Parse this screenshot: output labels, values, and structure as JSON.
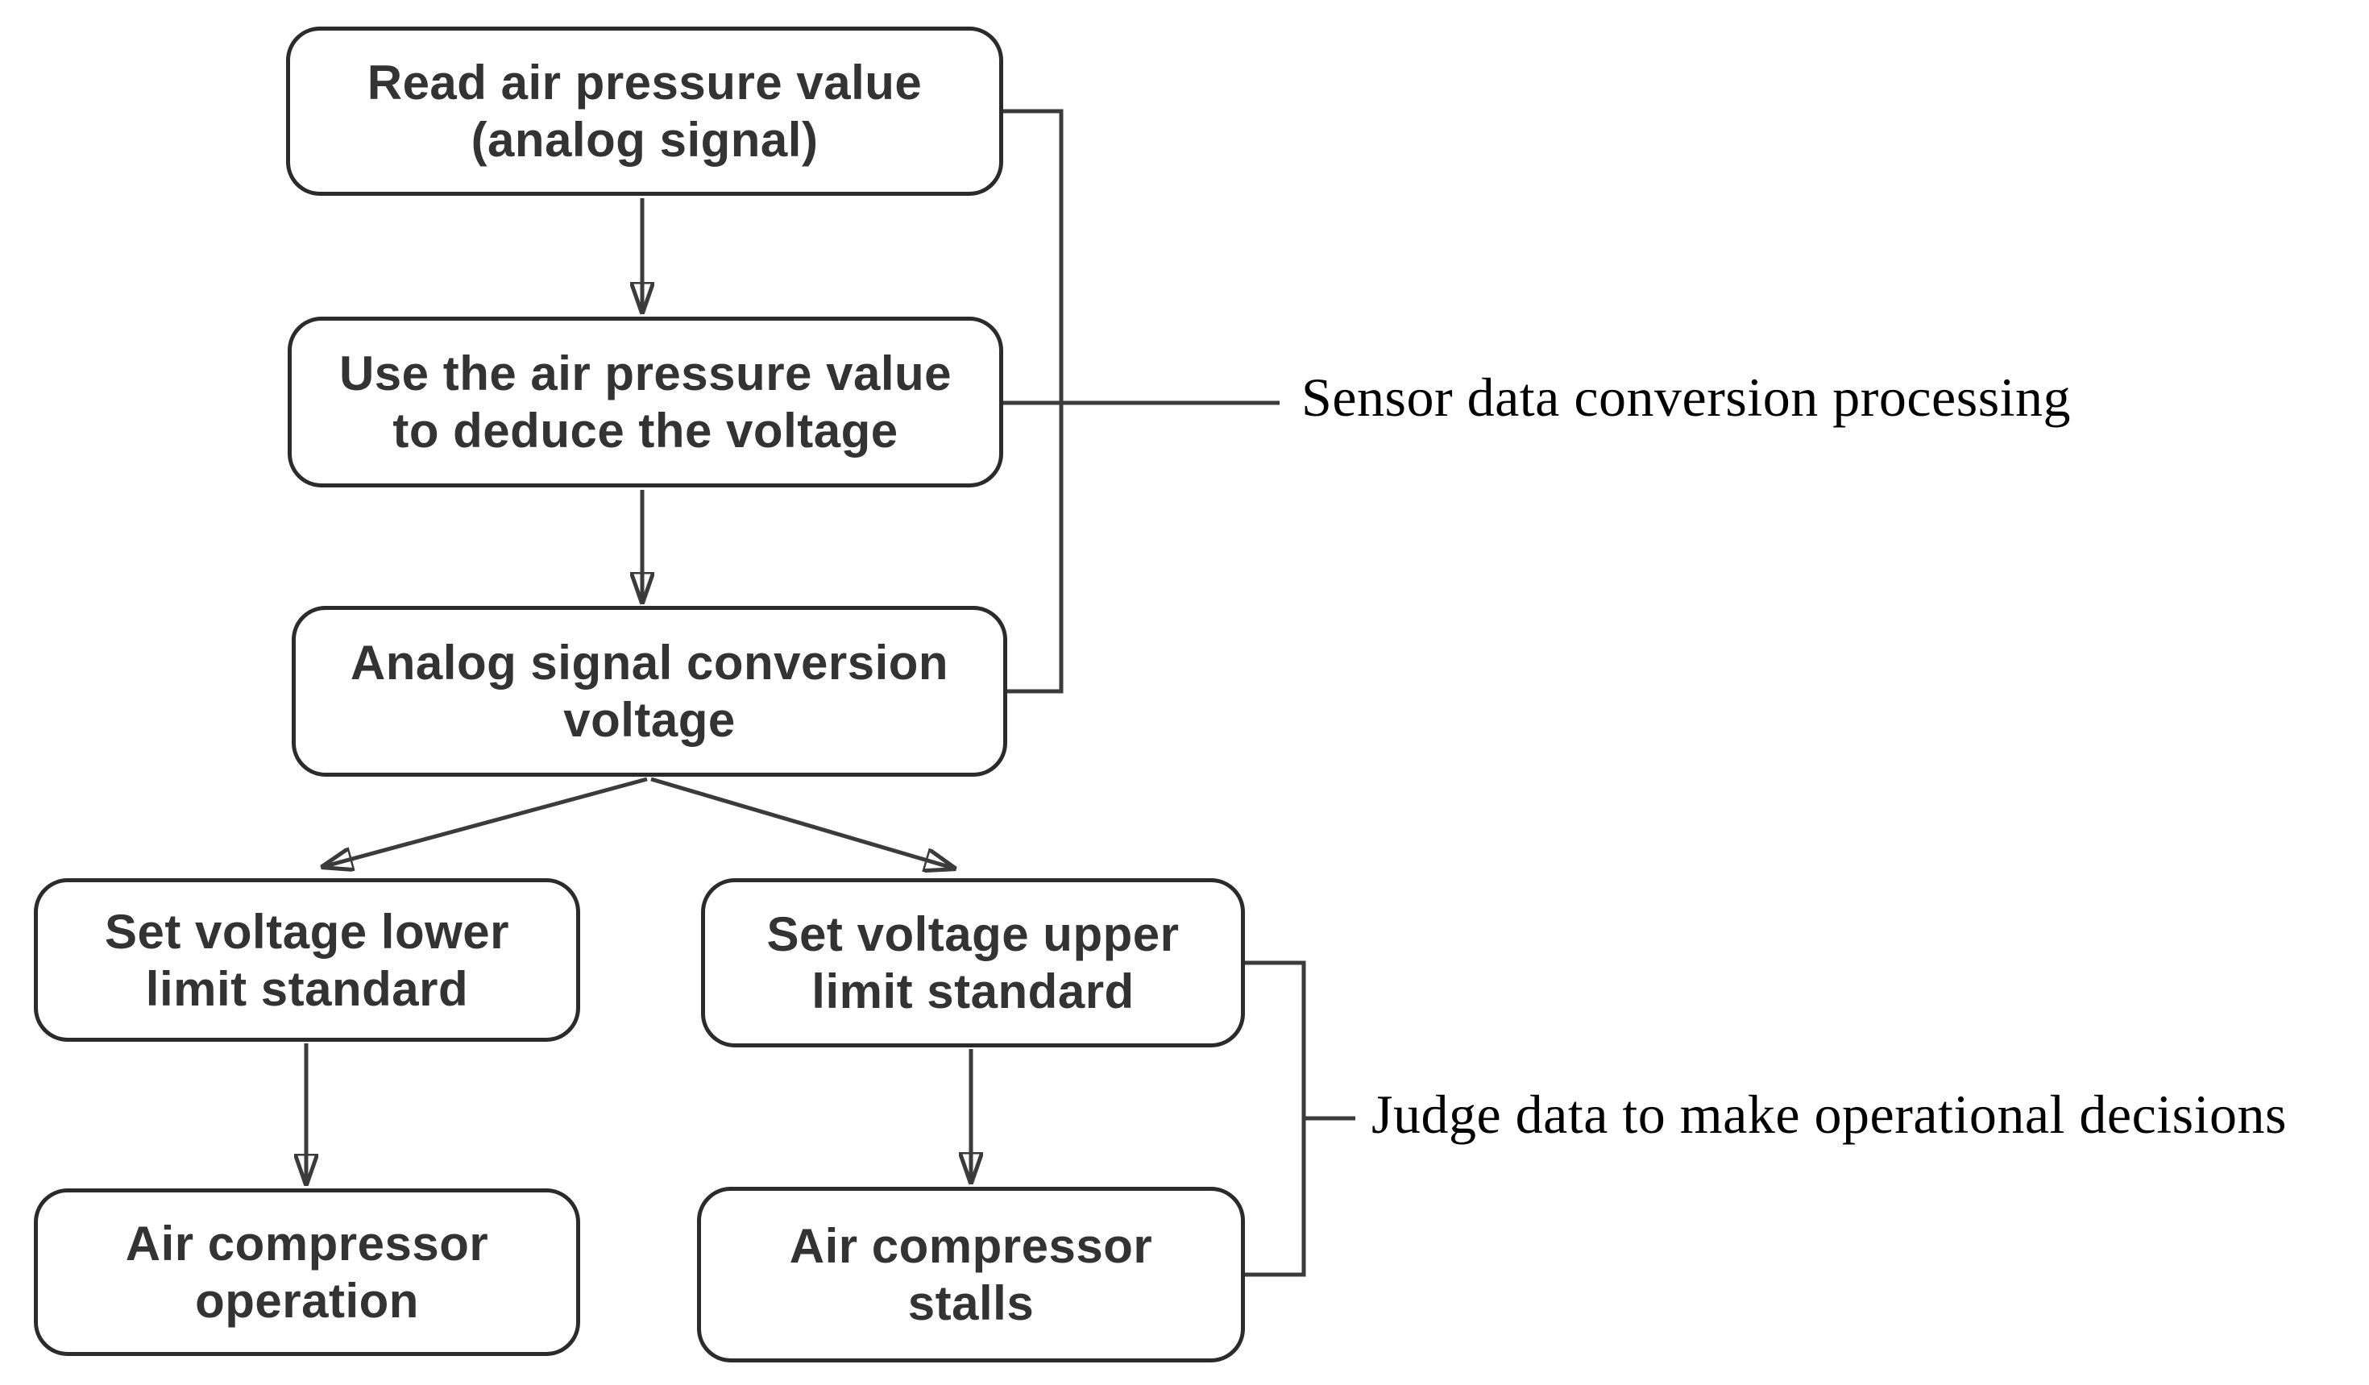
{
  "flowchart": {
    "nodes": [
      {
        "id": "read-air-pressure",
        "label": "Read air pressure value\n(analog signal)"
      },
      {
        "id": "deduce-voltage",
        "label": "Use the air pressure value\nto deduce the voltage"
      },
      {
        "id": "analog-conversion",
        "label": "Analog signal conversion\nvoltage"
      },
      {
        "id": "lower-limit",
        "label": "Set voltage lower\nlimit standard"
      },
      {
        "id": "upper-limit",
        "label": "Set voltage upper\nlimit standard"
      },
      {
        "id": "compressor-operation",
        "label": "Air compressor\noperation"
      },
      {
        "id": "compressor-stalls",
        "label": "Air compressor\nstalls"
      }
    ],
    "annotations": [
      {
        "id": "sensor-processing",
        "label": "Sensor data conversion processing"
      },
      {
        "id": "judge-decisions",
        "label": "Judge data to make operational decisions"
      }
    ],
    "colors": {
      "background": "#ffffff",
      "box_border": "#2b2b2b",
      "box_text": "#333333",
      "line": "#3b3b3b",
      "annotation_text": "#000000"
    }
  }
}
